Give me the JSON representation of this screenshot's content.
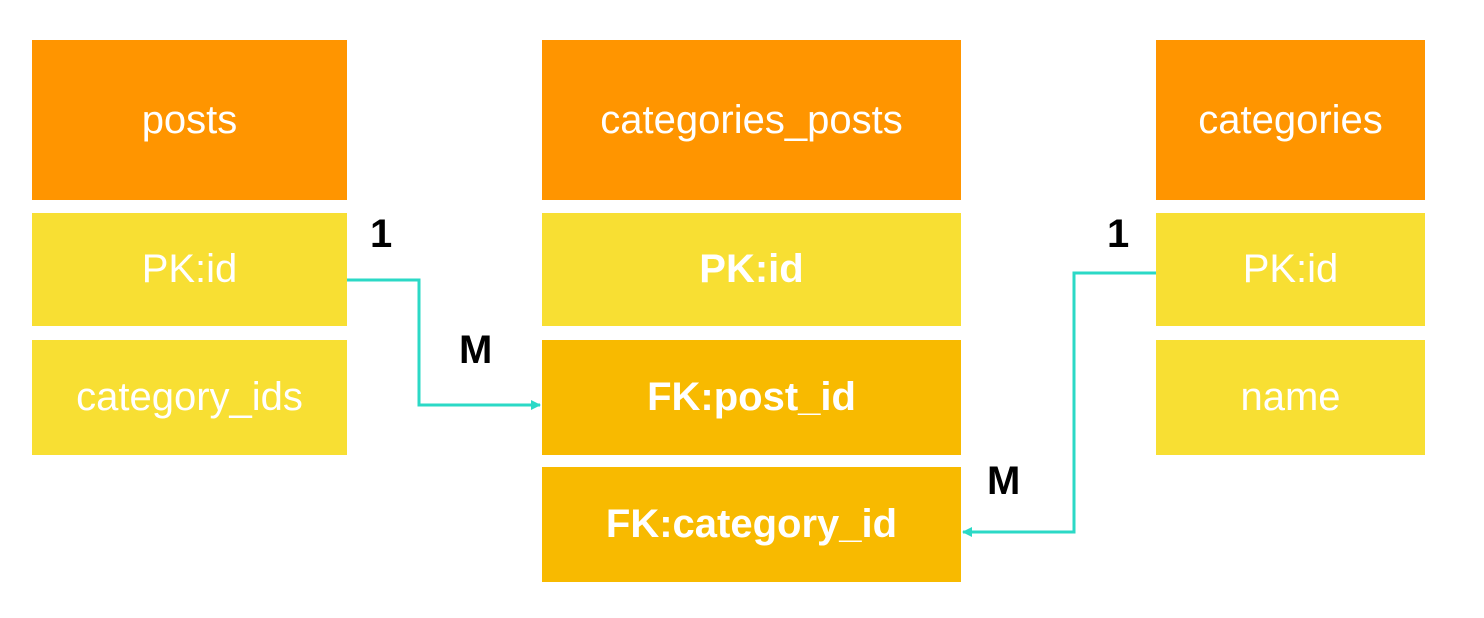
{
  "colors": {
    "header": "#FF9500",
    "field": "#F8DF33",
    "foreign_key": "#F8BA00",
    "connector": "#2BD9C6",
    "cardinality": "#000000",
    "text": "#FFFFFF"
  },
  "tables": {
    "posts": {
      "name": "posts",
      "fields": [
        "PK:id",
        "category_ids"
      ]
    },
    "categories_posts": {
      "name": "categories_posts",
      "fields": [
        "PK:id",
        "FK:post_id",
        "FK:category_id"
      ]
    },
    "categories": {
      "name": "categories",
      "fields": [
        "PK:id",
        "name"
      ]
    }
  },
  "relations": [
    {
      "from": "posts.PK:id",
      "to": "categories_posts.FK:post_id",
      "from_cardinality": "1",
      "to_cardinality": "M"
    },
    {
      "from": "categories.PK:id",
      "to": "categories_posts.FK:category_id",
      "from_cardinality": "1",
      "to_cardinality": "M"
    }
  ]
}
